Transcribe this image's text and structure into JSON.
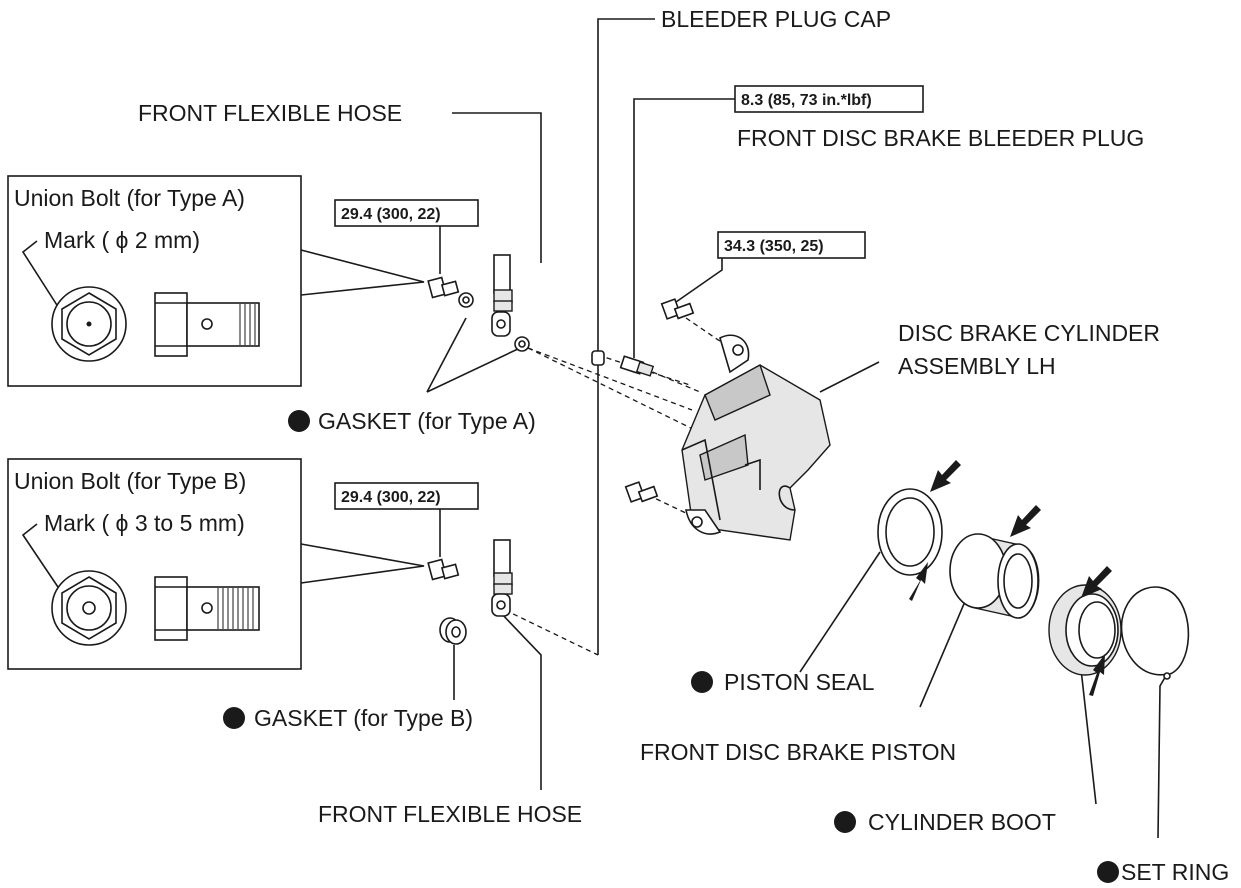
{
  "labels": {
    "bleeder_plug_cap": "BLEEDER PLUG CAP",
    "front_flexible_hose_top": "FRONT FLEXIBLE HOSE",
    "front_flexible_hose_bottom": "FRONT FLEXIBLE HOSE",
    "bleeder_plug": "FRONT DISC BRAKE BLEEDER PLUG",
    "cylinder_assembly_line1": "DISC BRAKE CYLINDER",
    "cylinder_assembly_line2": "ASSEMBLY LH",
    "gasket_type_a": "GASKET (for Type A)",
    "gasket_type_b": "GASKET (for Type B)",
    "piston_seal": "PISTON SEAL",
    "piston": "FRONT DISC BRAKE PISTON",
    "cylinder_boot": "CYLINDER BOOT",
    "set_ring": "SET RING"
  },
  "torques": {
    "bleeder_plug": "8.3 (85, 73 in.*lbf)",
    "union_bolt_a": "29.4 (300, 22)",
    "union_bolt_b": "29.4 (300, 22)",
    "caliper_bolt": "34.3 (350, 25)"
  },
  "insets": {
    "type_a": {
      "title": "Union Bolt (for Type A)",
      "mark": "Mark ( ϕ 2 mm)"
    },
    "type_b": {
      "title": "Union Bolt (for Type B)",
      "mark": "Mark ( ϕ 3 to 5 mm)"
    }
  },
  "colors": {
    "ink": "#1a1a1a",
    "shade": "#e6e6e6"
  }
}
